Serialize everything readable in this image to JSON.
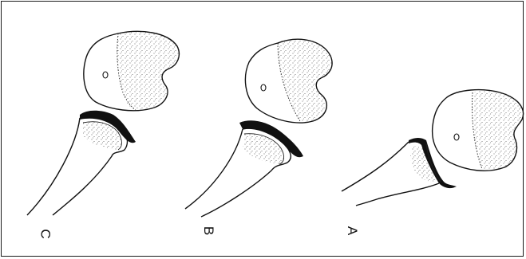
{
  "figure": {
    "panels": [
      {
        "label": "C"
      },
      {
        "label": "B"
      },
      {
        "label": "A"
      }
    ]
  }
}
